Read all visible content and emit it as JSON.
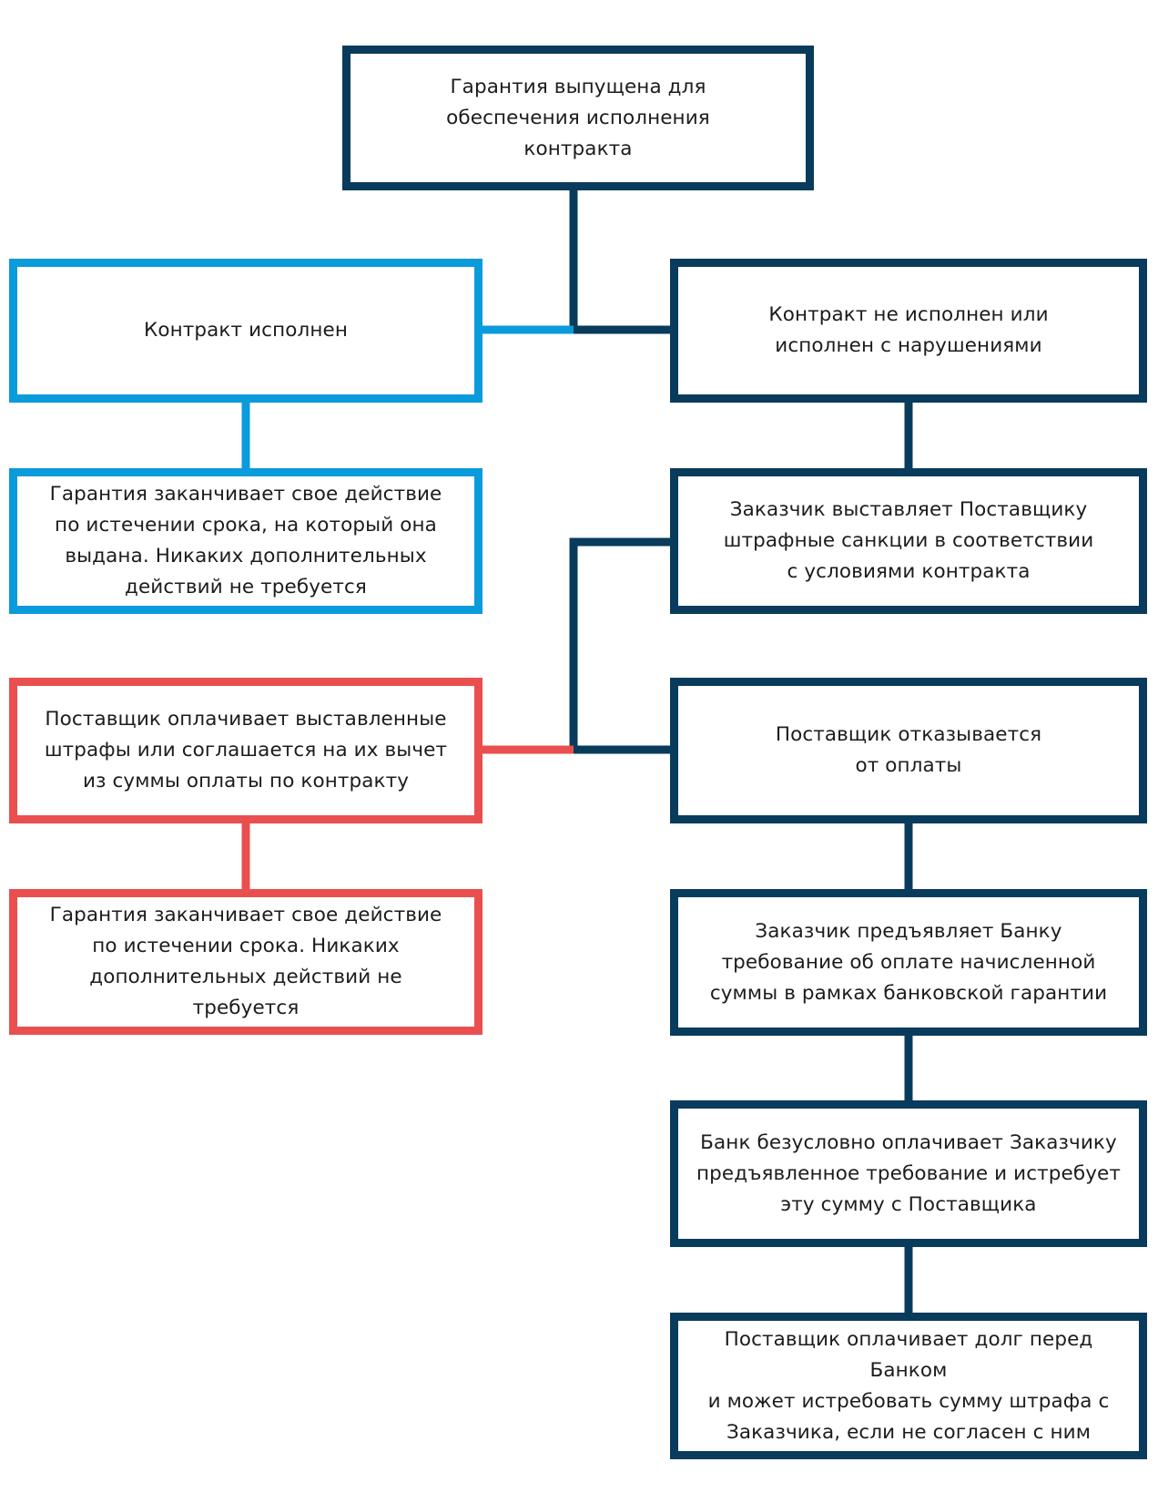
{
  "colors": {
    "navy": "#083b5c",
    "blue": "#0a9bdb",
    "red": "#ea4f4f"
  },
  "boxes": {
    "root": "Гарантия выпущена для\nобеспечения исполнения\nконтракта",
    "performed": "Контракт исполнен",
    "not_performed": "Контракт не исполнен или\nисполнен с нарушениями",
    "performed_end": "Гарантия заканчивает свое действие\nпо истечении срока, на который она\nвыдана. Никаких дополнительных\nдействий не требуется",
    "penalties": "Заказчик выставляет  Поставщику\nштрафные  санкции в соответствии\nс условиями контракта",
    "supplier_pays": "Поставщик оплачивает  выставленные\nштрафы или  соглашается на их вычет\nиз  суммы оплаты по контракту",
    "supplier_refuses": "Поставщик отказывается\nот оплаты",
    "paid_end": "Гарантия заканчивает свое действие\nпо истечении срока. Никаких\nдополнительных действий не  требуется",
    "claim_to_bank": "Заказчик предъявляет Банку\nтребование об оплате  начисленной\nсуммы в рамках банковской гарантии",
    "bank_pays": "Банк безусловно оплачивает Заказчику\nпредъявленное  требование и истребует\nэту сумму с Поставщика",
    "supplier_repays": "Поставщик оплачивает долг перед  Банком\nи может истребовать сумму штрафа с\nЗаказчика, если не согласен с  ним"
  }
}
